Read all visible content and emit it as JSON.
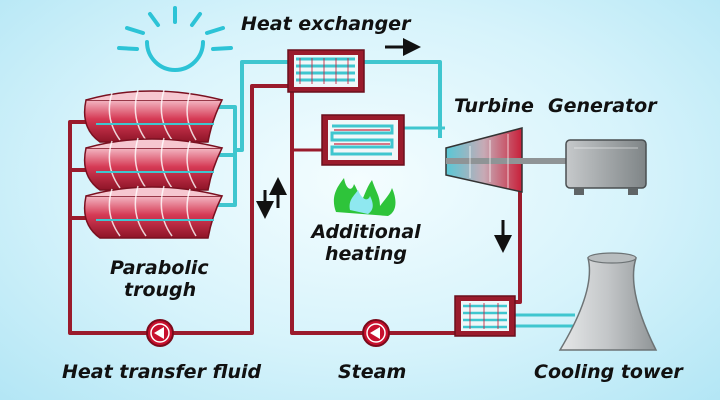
{
  "labels": {
    "heat_exchanger": "Heat exchanger",
    "turbine": "Turbine",
    "generator": "Generator",
    "additional_heating_line1": "Additional",
    "additional_heating_line2": "heating",
    "parabolic_trough_line1": "Parabolic",
    "parabolic_trough_line2": "trough",
    "heat_transfer_fluid": "Heat transfer fluid",
    "steam": "Steam",
    "cooling_tower": "Cooling tower"
  },
  "colors": {
    "hot_pipe": "#9a1b2c",
    "cold_pipe": "#3fc6cf",
    "trough_red": "#c9203a",
    "pump_red": "#c8102e",
    "flame_green": "#2ec43a",
    "sun": "#2cc3d6",
    "machine_gray": "#8f9496"
  },
  "icons": {
    "sun": "sun-icon",
    "flame": "flame-icon",
    "pump": "pump-icon",
    "flow_arrow": "arrow-icon"
  }
}
